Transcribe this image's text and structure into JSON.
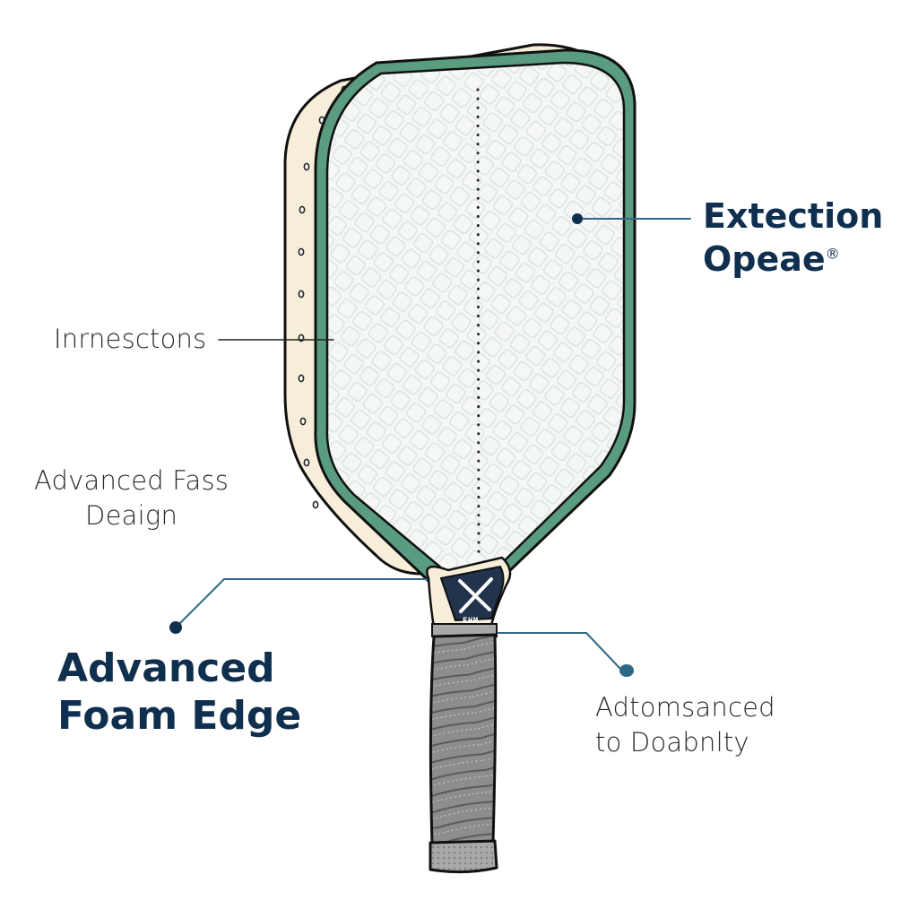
{
  "diagram": {
    "callouts": {
      "exit_label": {
        "lines": [
          "Extection",
          "Opeae"
        ],
        "mark": "®"
      },
      "intersections_label": "Inrnesctons",
      "advanced_face_label": {
        "lines": [
          "Advanced Fass",
          "Deaign"
        ]
      },
      "foam_edge_label": {
        "lines": [
          "Advanced",
          "Foam Edge"
        ]
      },
      "durability_label": {
        "lines": [
          "Adtomsanced",
          "to Doabnlty"
        ]
      }
    },
    "throat_badge": "EHM"
  },
  "colors": {
    "edge_green": "#5a9c80",
    "edge_cream": "#f6eed8",
    "face": "#f5f6f6",
    "leader_blue": "#2f6788",
    "label_navy": "#0f2f4f",
    "grip_gray": "#8b8b8b",
    "throat_navy": "#22344c",
    "outline": "#111111"
  }
}
